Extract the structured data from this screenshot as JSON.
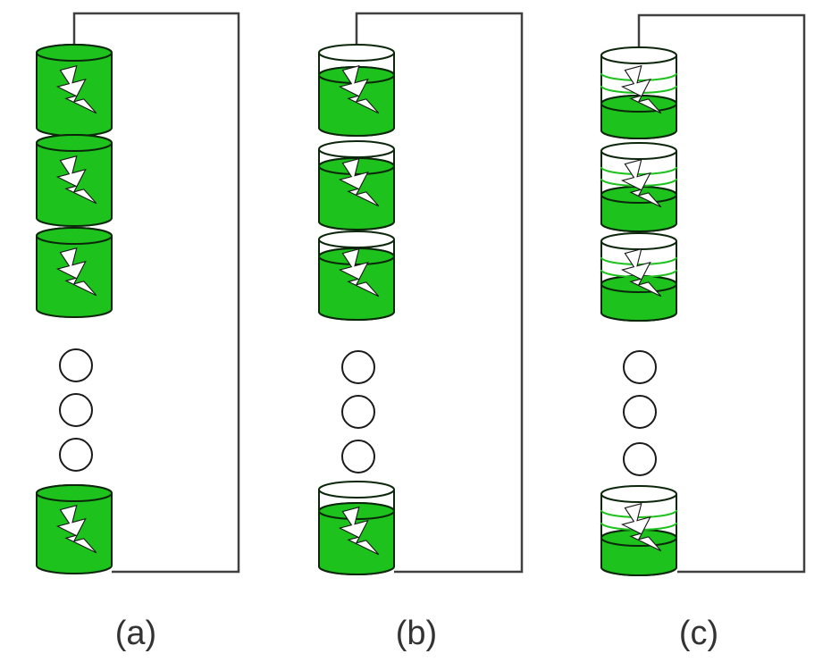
{
  "figure": {
    "panels": [
      {
        "id": "a",
        "label": "(a)",
        "charge": "full"
      },
      {
        "id": "b",
        "label": "(b)",
        "charge": "partial"
      },
      {
        "id": "c",
        "label": "(c)",
        "charge": "low"
      }
    ],
    "colors": {
      "cell_fill": "#1dc21d",
      "cell_outline": "#0b260b",
      "wire": "#404040",
      "bolt": "#ffffff",
      "empty_cell": "#ffffff"
    },
    "icons": {
      "cell": "battery-cell-icon",
      "bolt": "lightning-bolt-icon",
      "ellipsis": "ellipsis-circle-icon"
    }
  }
}
